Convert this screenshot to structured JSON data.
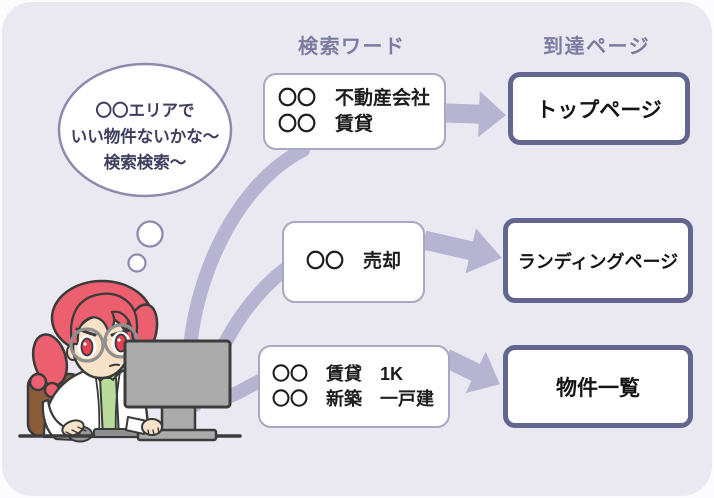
{
  "colors": {
    "page_background": "#fcfcfe",
    "panel_background": "#eae9f1",
    "flow_accent": "#b6b4d1",
    "keyword_box_border": "#a8a7c4",
    "page_box_border": "#63668f",
    "column_header_text": "#7c7ba2",
    "bubble_border": "#8d8bad",
    "bubble_text": "#3e3e5e",
    "hair": "#ec5f6e",
    "skin": "#f8e2c8",
    "shirt": "#b9dc9c",
    "monitor": "#ababab",
    "chair": "#8a5c39"
  },
  "column_headers": {
    "search_word": "検索ワード",
    "arrival_page": "到達ページ"
  },
  "thought_bubble": {
    "line1": "〇〇エリアで",
    "line2": "いい物件ないかな〜",
    "line3": "検索検索〜"
  },
  "flows": [
    {
      "keywords": {
        "line1": "〇〇　不動産会社",
        "line2": "〇〇　賃貸"
      },
      "page": "トップページ"
    },
    {
      "keywords": {
        "line1": "〇〇　売却"
      },
      "page": "ランディングページ"
    },
    {
      "keywords": {
        "line1": "〇〇　賃貸　1K",
        "line2": "〇〇　新築　一戸建"
      },
      "page": "物件一覧"
    }
  ]
}
